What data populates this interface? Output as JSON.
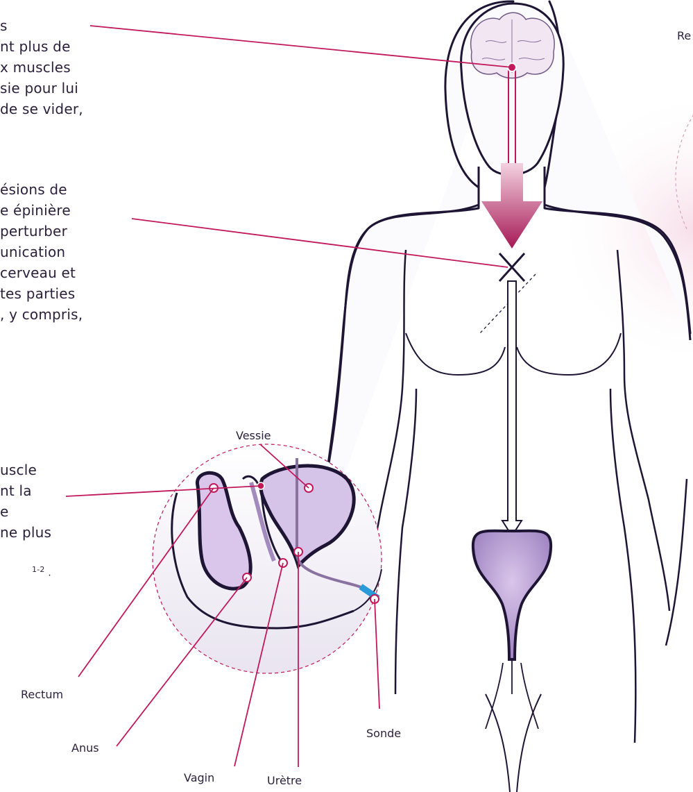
{
  "texts": {
    "block1": [
      "s",
      "nt plus de",
      "x muscles",
      "sie pour lui",
      " de se vider,"
    ],
    "block2": [
      "ésions de",
      "e épinière",
      "perturber",
      "unication",
      "cerveau et",
      "tes parties",
      ", y compris,"
    ],
    "block3": [
      "uscle",
      "nt la",
      "e",
      "ne plus"
    ],
    "block3_ref": "1-2",
    "block3_end": "."
  },
  "labels": {
    "top_right": "Re",
    "vessie": "Vessie",
    "rectum": "Rectum",
    "anus": "Anus",
    "vagin": "Vagin",
    "uretre": "Urètre",
    "sonde": "Sonde"
  },
  "colors": {
    "accent": "#c2185b",
    "outline": "#1e1535",
    "bladder": "#a98bc6",
    "catheter_tip": "#2a9ad8"
  }
}
